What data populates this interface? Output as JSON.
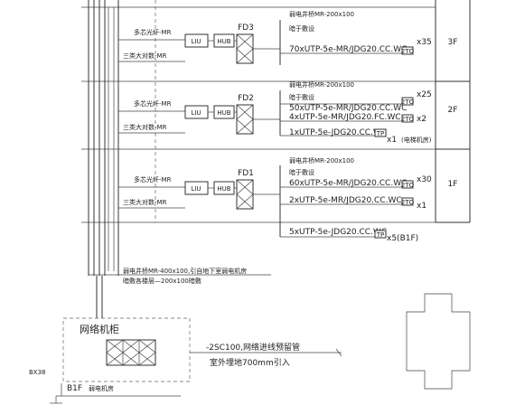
{
  "floors": [
    {
      "floor": "3F",
      "fd": "FD3",
      "riser_labels": [
        "弱电井桥MR-200x100",
        "暗于敷设"
      ],
      "fiber": "多芯光纤-MR",
      "trunk": "三类大对数-MR",
      "liu": "LIU",
      "hub": "HUB",
      "branches": [
        {
          "text": "70xUTP-5e-MR/JDG20.CC.WC",
          "outlet": "2TO",
          "count": "x35"
        }
      ]
    },
    {
      "floor": "2F",
      "fd": "FD2",
      "riser_labels": [
        "弱电井桥MR-200x100",
        "暗于敷设"
      ],
      "fiber": "多芯光纤-MR",
      "trunk": "三类大对数-MR",
      "liu": "LIU",
      "hub": "HUB",
      "branches": [
        {
          "text": "50xUTP-5e-MR/JDG20.CC.WC",
          "outlet": "2TO",
          "count": "x25"
        },
        {
          "text": "4xUTP-5e-MR/JDG20.FC.WC",
          "outlet": "2TO",
          "count": "x2"
        },
        {
          "text": "1xUTP-5e-JDG20.CC.WC",
          "outlet": "TP",
          "count": "x1",
          "note": "(电梯机房)"
        }
      ]
    },
    {
      "floor": "1F",
      "fd": "FD1",
      "riser_labels": [
        "弱电井桥MR-200x100",
        "暗于敷设"
      ],
      "fiber": "多芯光纤-MR",
      "trunk": "三类大对数-MR",
      "liu": "LIU",
      "hub": "HUB",
      "branches": [
        {
          "text": "60xUTP-5e-MR/JDG20.CC.WC",
          "outlet": "2TO",
          "count": "x30"
        },
        {
          "text": "2xUTP-5e-MR/JDG20.CC.WC",
          "outlet": "2TO",
          "count": "x1"
        }
      ]
    }
  ],
  "basement_branch": {
    "text": "5xUTP-5e-JDG20.CC.WC",
    "outlet": "TP",
    "count": "x5(B1F)"
  },
  "riser_notes": [
    "弱电井桥MR-400x100,引自地下室弱电机房",
    "暗敷各楼层—200x100暗敷"
  ],
  "cabinet": {
    "title": "网络机柜",
    "room_label": "B1F",
    "room_name": "弱电机房"
  },
  "conduit": {
    "line1": "-2SC100,网络进线预留管",
    "line2": "室外埋地700mm引入"
  },
  "ground_label": "BX38"
}
